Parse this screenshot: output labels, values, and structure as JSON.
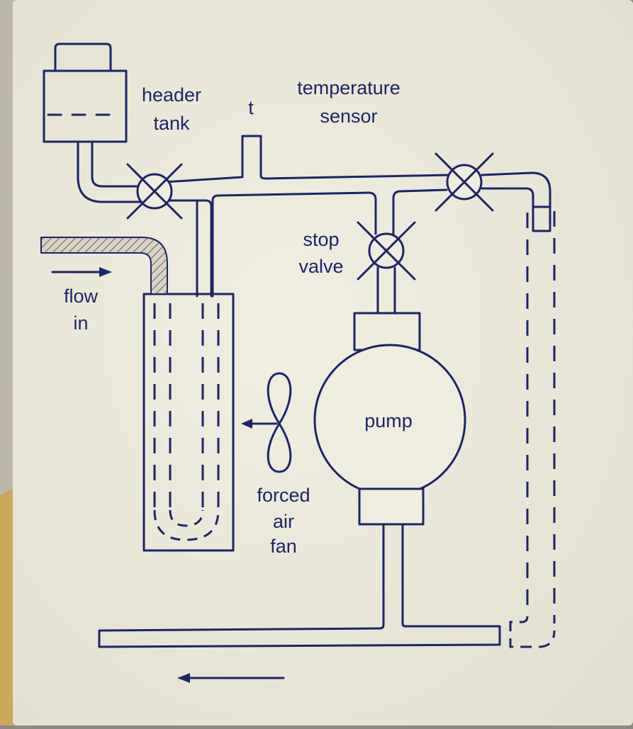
{
  "colors": {
    "ink": "#1c2566",
    "paper": "#efeddf",
    "background": "#8d8a83",
    "hatch": "#b7b1a4"
  },
  "labels": {
    "header_tank_line1": "header",
    "header_tank_line2": "tank",
    "temperature_sensor_t": "t",
    "temperature_sensor_line1": "temperature",
    "temperature_sensor_line2": "sensor",
    "stop_valve_line1": "stop",
    "stop_valve_line2": "valve",
    "flow_in_line1": "flow",
    "flow_in_line2": "in",
    "pump": "pump",
    "fan_line1": "forced",
    "fan_line2": "air",
    "fan_line3": "fan"
  }
}
